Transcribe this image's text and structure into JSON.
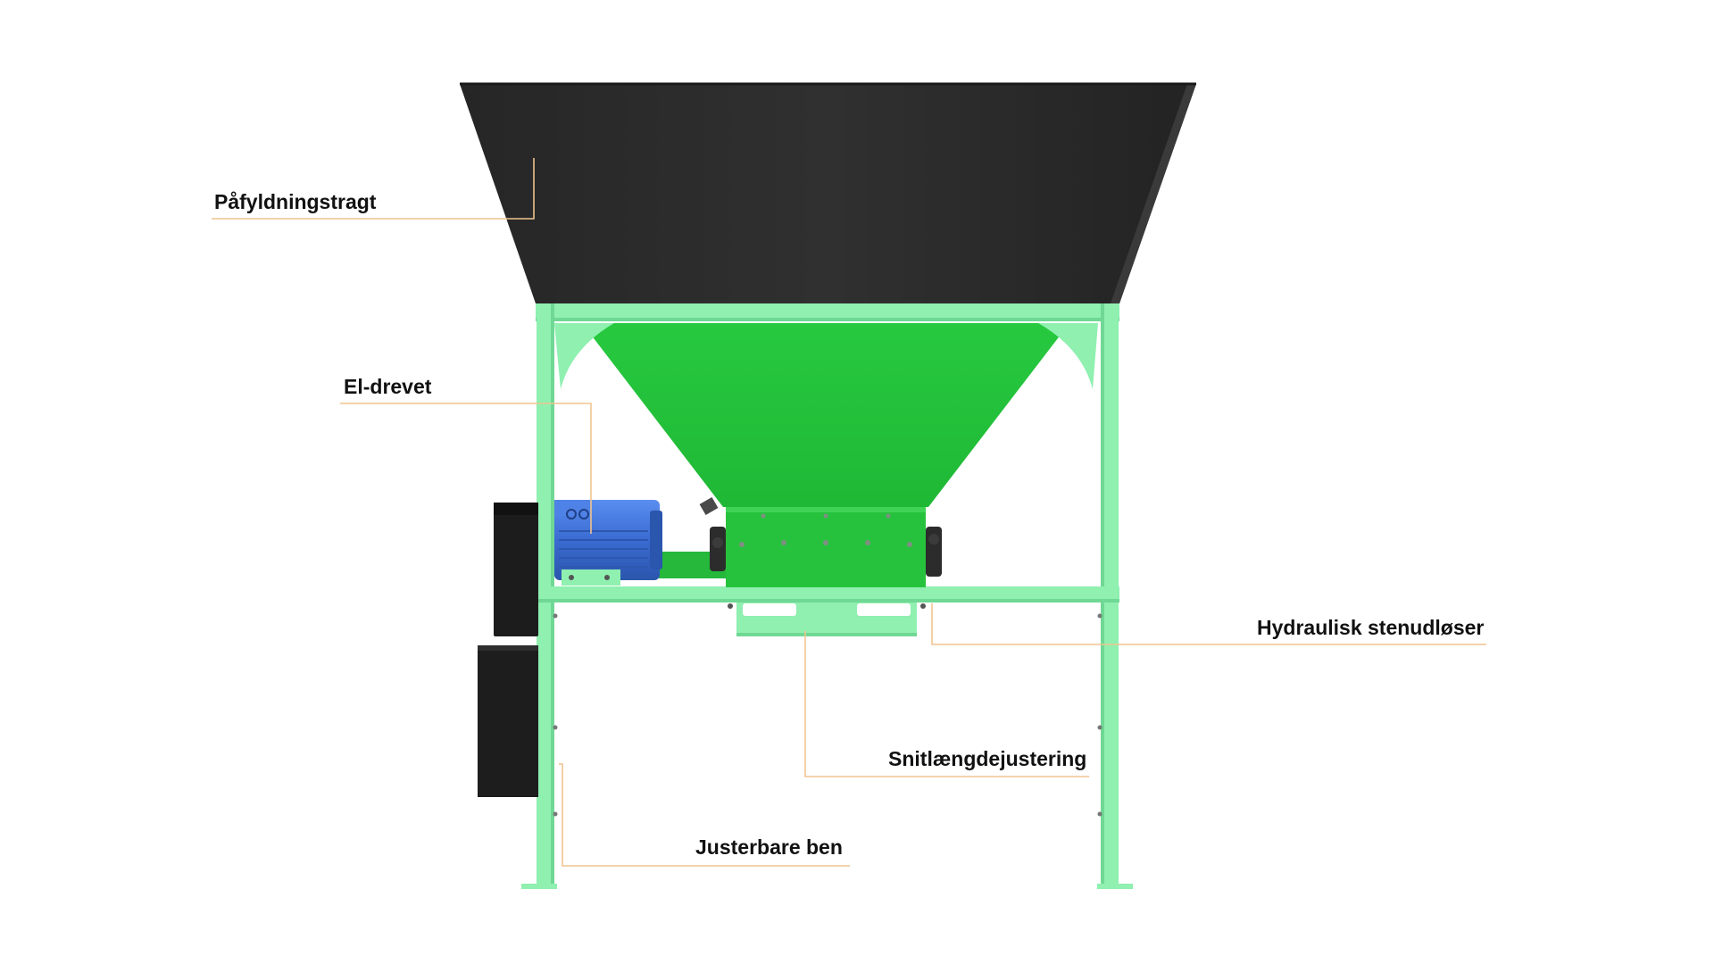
{
  "diagram": {
    "labels": {
      "hopper": "Påfyldningstragt",
      "drive": "El-drevet",
      "stone_release": "Hydraulisk stenudløser",
      "cut_length": "Snitlængdejustering",
      "legs": "Justerbare ben"
    },
    "colors": {
      "background": "#ffffff",
      "hopper": "#2b2b2b",
      "frame": "#8ff0b0",
      "inner_funnel": "#22c43a",
      "motor": "#3d6fd6",
      "control_box": "#1c1c1c",
      "leader_line": "#f1c48f",
      "label_text": "#111111"
    },
    "icons": [
      "hopper-icon",
      "electric-motor-icon",
      "frame-icon"
    ]
  }
}
